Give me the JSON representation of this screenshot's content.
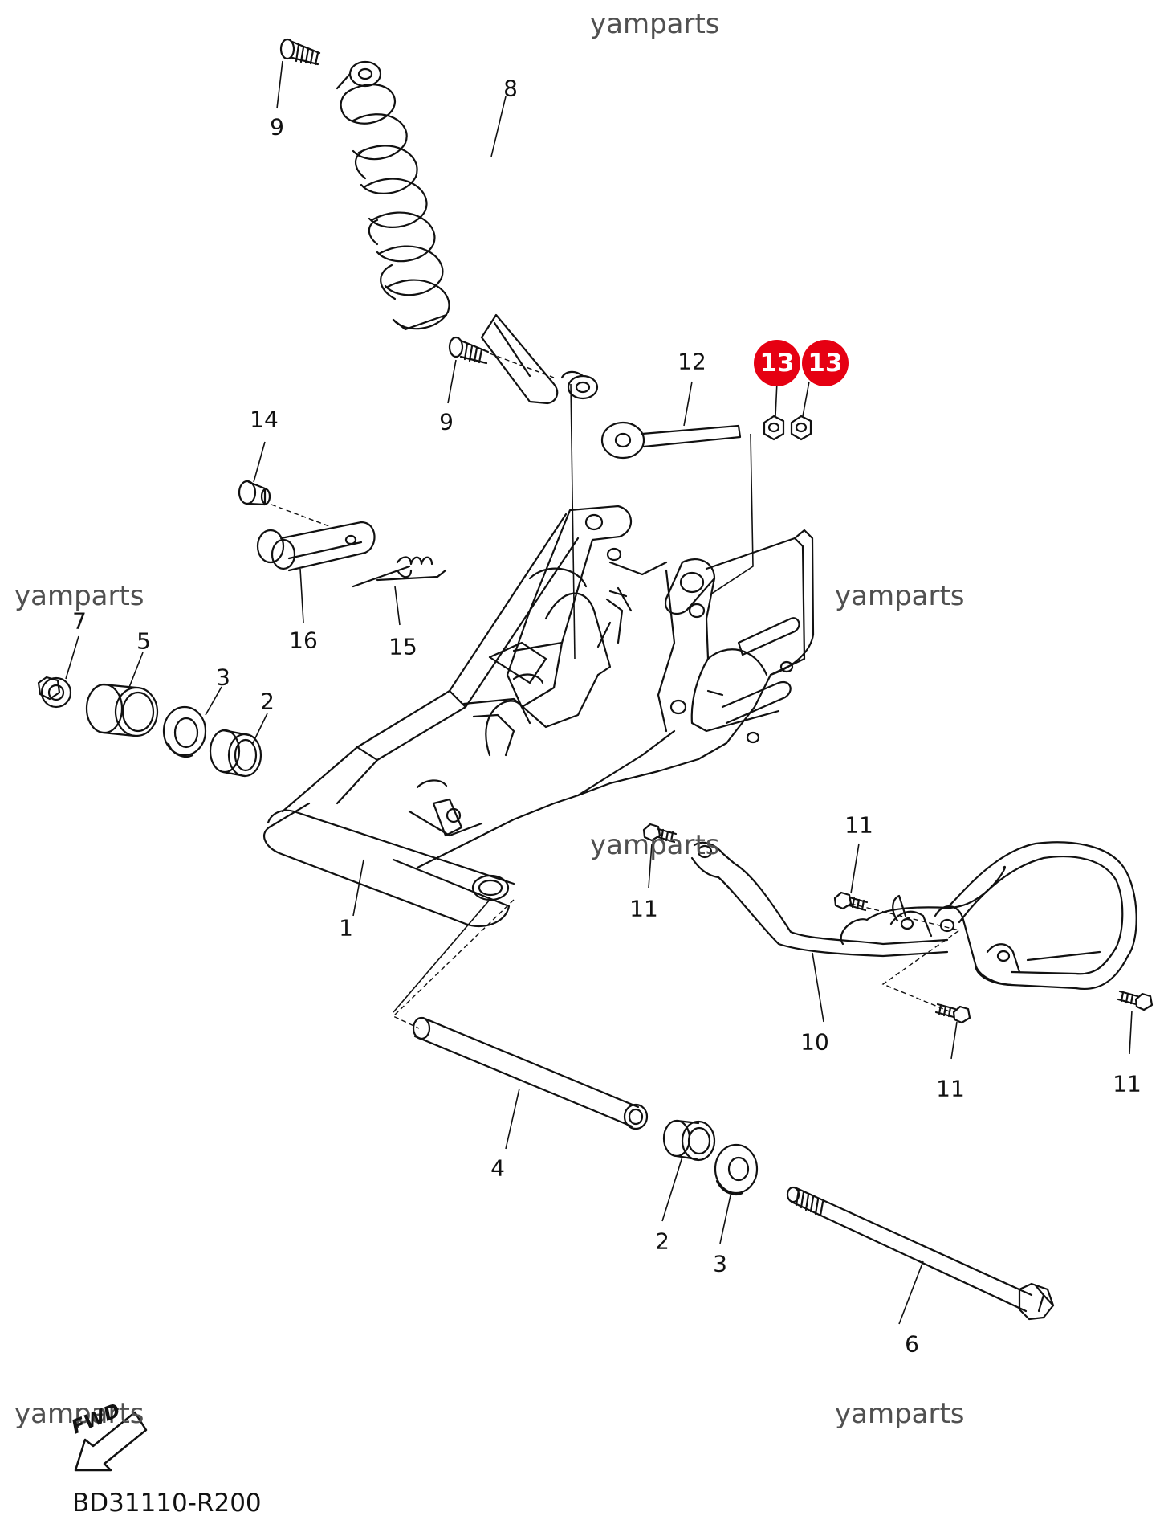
{
  "diagram": {
    "diagram_code": "BD31110-R200",
    "direction_label": "FWD",
    "highlight_color": "#e60012",
    "watermark_text": "yamparts",
    "watermarks": [
      "yamparts",
      "yamparts",
      "yamparts",
      "yamparts",
      "yamparts",
      "yamparts"
    ],
    "callouts": [
      "9",
      "8",
      "9",
      "12",
      "14",
      "16",
      "15",
      "7",
      "5",
      "3",
      "2",
      "1",
      "11",
      "11",
      "10",
      "11",
      "11",
      "4",
      "2",
      "3",
      "6"
    ],
    "highlighted_callouts": [
      "13",
      "13"
    ]
  }
}
